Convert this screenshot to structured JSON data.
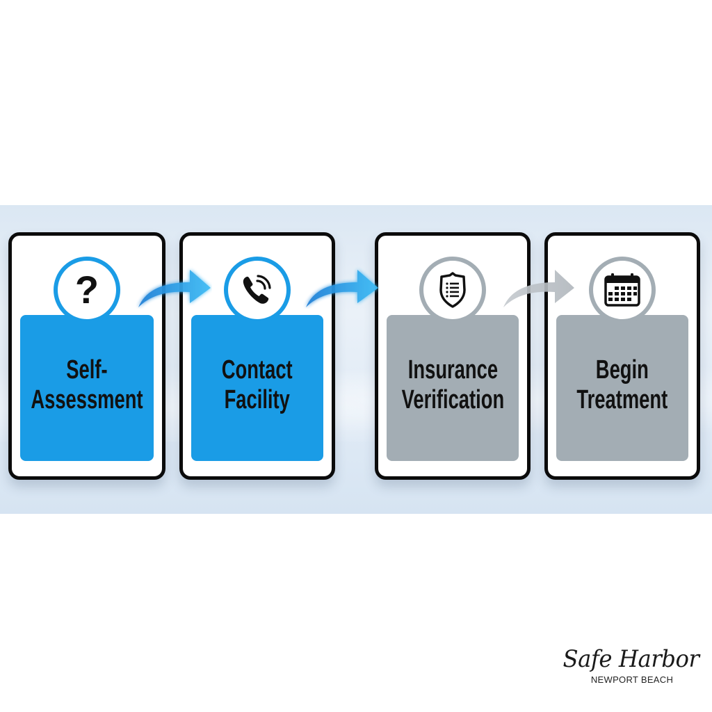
{
  "steps": [
    {
      "label_line1": "Self-",
      "label_line2": "Assessment",
      "icon": "question-mark-icon",
      "status": "active",
      "color": "#1a9ce6"
    },
    {
      "label_line1": "Contact",
      "label_line2": "Facility",
      "icon": "phone-icon",
      "status": "active",
      "color": "#1a9ce6"
    },
    {
      "label_line1": "Insurance",
      "label_line2": "Verification",
      "icon": "shield-checklist-icon",
      "status": "pending",
      "color": "#a3adb4"
    },
    {
      "label_line1": "Begin",
      "label_line2": "Treatment",
      "icon": "calendar-icon",
      "status": "pending",
      "color": "#a3adb4"
    }
  ],
  "icons": {
    "question": "?"
  },
  "arrows": [
    {
      "from": 1,
      "to": 2,
      "color": "#2a8fe0"
    },
    {
      "from": 2,
      "to": 3,
      "color": "#2a8fe0"
    },
    {
      "from": 3,
      "to": 4,
      "color": "#b8bec4"
    }
  ],
  "logo": {
    "name": "Safe Harbor",
    "location": "NEWPORT BEACH"
  },
  "colors": {
    "active": "#1a9ce6",
    "pending": "#a3adb4",
    "border": "#0b0b0b",
    "band": "#e3edf7"
  }
}
